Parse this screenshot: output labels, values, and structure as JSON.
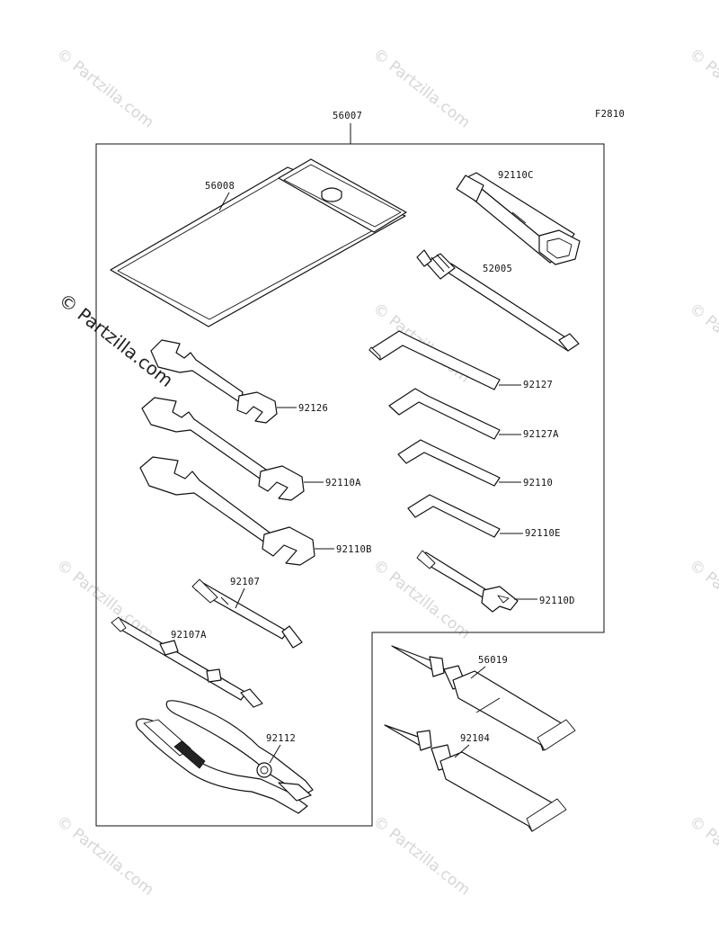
{
  "diagram": {
    "figure_code": "F2810",
    "assembly_number": "56007",
    "parts": {
      "p56008": "56008",
      "p92110C": "92110C",
      "p52005": "52005",
      "p92127": "92127",
      "p92127A": "92127A",
      "p92110": "92110",
      "p92110E": "92110E",
      "p92110D": "92110D",
      "p92126": "92126",
      "p92110A": "92110A",
      "p92110B": "92110B",
      "p92107": "92107",
      "p92107A": "92107A",
      "p92112": "92112",
      "p56019": "56019",
      "p92104": "92104"
    }
  },
  "watermark": {
    "main_text": "© Partzilla.com",
    "tile_text": "© Partzilla.com"
  },
  "colors": {
    "line": "#111111",
    "watermark_faint": "#d6d6d6",
    "background": "#ffffff"
  }
}
